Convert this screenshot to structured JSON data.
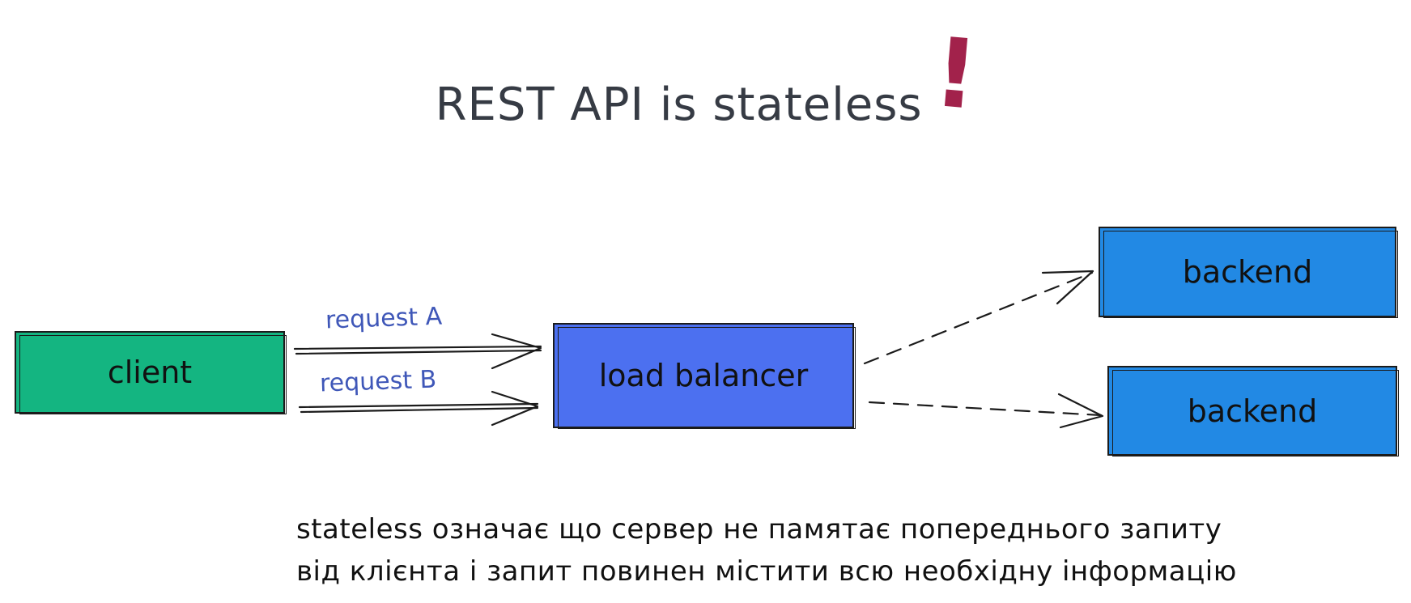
{
  "title": {
    "text": "REST API is stateless",
    "accent": "!"
  },
  "nodes": {
    "client": "client",
    "load_balancer": "load balancer",
    "backend_1": "backend",
    "backend_2": "backend"
  },
  "edges": {
    "request_a": "request A",
    "request_b": "request B"
  },
  "note": {
    "line1": "stateless означає що сервер не памятає попереднього запиту",
    "line2": "від клієнта і запит повинен містити всю необхідну інформацію"
  },
  "colors": {
    "title": "#363b44",
    "accent": "#a2224b",
    "client": "#14b581",
    "load_balancer": "#4c70f0",
    "backend": "#2289e4",
    "request_label": "#3f57b8"
  }
}
